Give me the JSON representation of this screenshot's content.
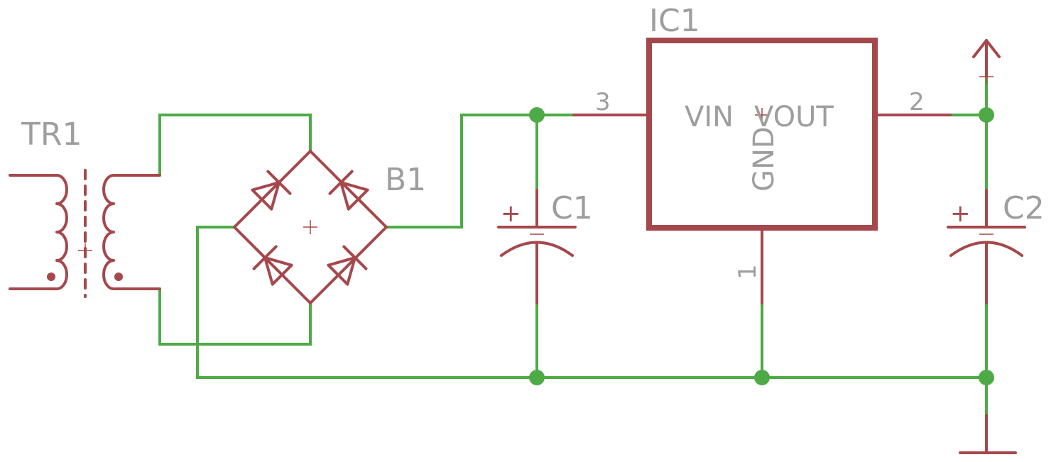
{
  "colors": {
    "wire": "#4eaa47",
    "component": "#a5484c",
    "label": "#9e9e9e",
    "background": "#ffffff"
  },
  "components": {
    "transformer": {
      "ref": "TR1"
    },
    "bridge": {
      "ref": "B1"
    },
    "cap1": {
      "ref": "C1",
      "polarity": "+"
    },
    "cap2": {
      "ref": "C2",
      "polarity": "+"
    },
    "regulator": {
      "ref": "IC1",
      "pin_in_name": "VIN",
      "pin_out_name": "VOUT",
      "pin_gnd_name": "GND",
      "pin_in_number": "3",
      "pin_out_number": "2",
      "pin_gnd_number": "1"
    }
  },
  "icons": [
    "supply-arrow-icon",
    "ground-icon"
  ]
}
